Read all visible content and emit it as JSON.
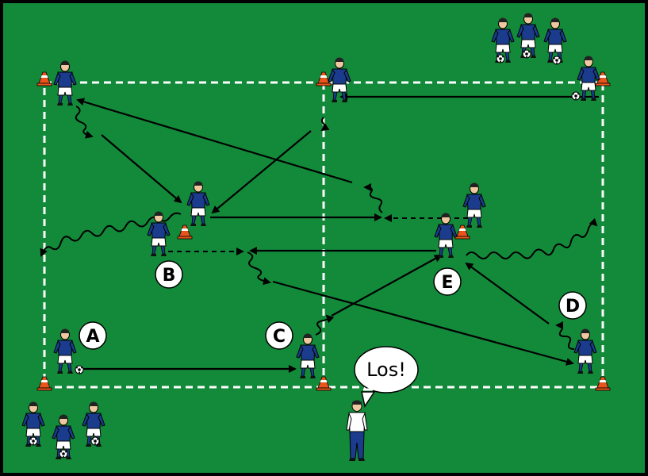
{
  "colors": {
    "field": "#138a3a",
    "line": "#ffffff",
    "shirt": "#1b3b8c",
    "shorts": "#ffffff",
    "cone": "#e8541c",
    "arrow": "#000000"
  },
  "labels": {
    "a": "A",
    "b": "B",
    "c": "C",
    "d": "D",
    "e": "E"
  },
  "coach": {
    "speech": "Los!"
  },
  "icons": {
    "player": "player-icon",
    "cone": "cone-icon",
    "ball": "ball-icon",
    "coach": "coach-icon"
  }
}
